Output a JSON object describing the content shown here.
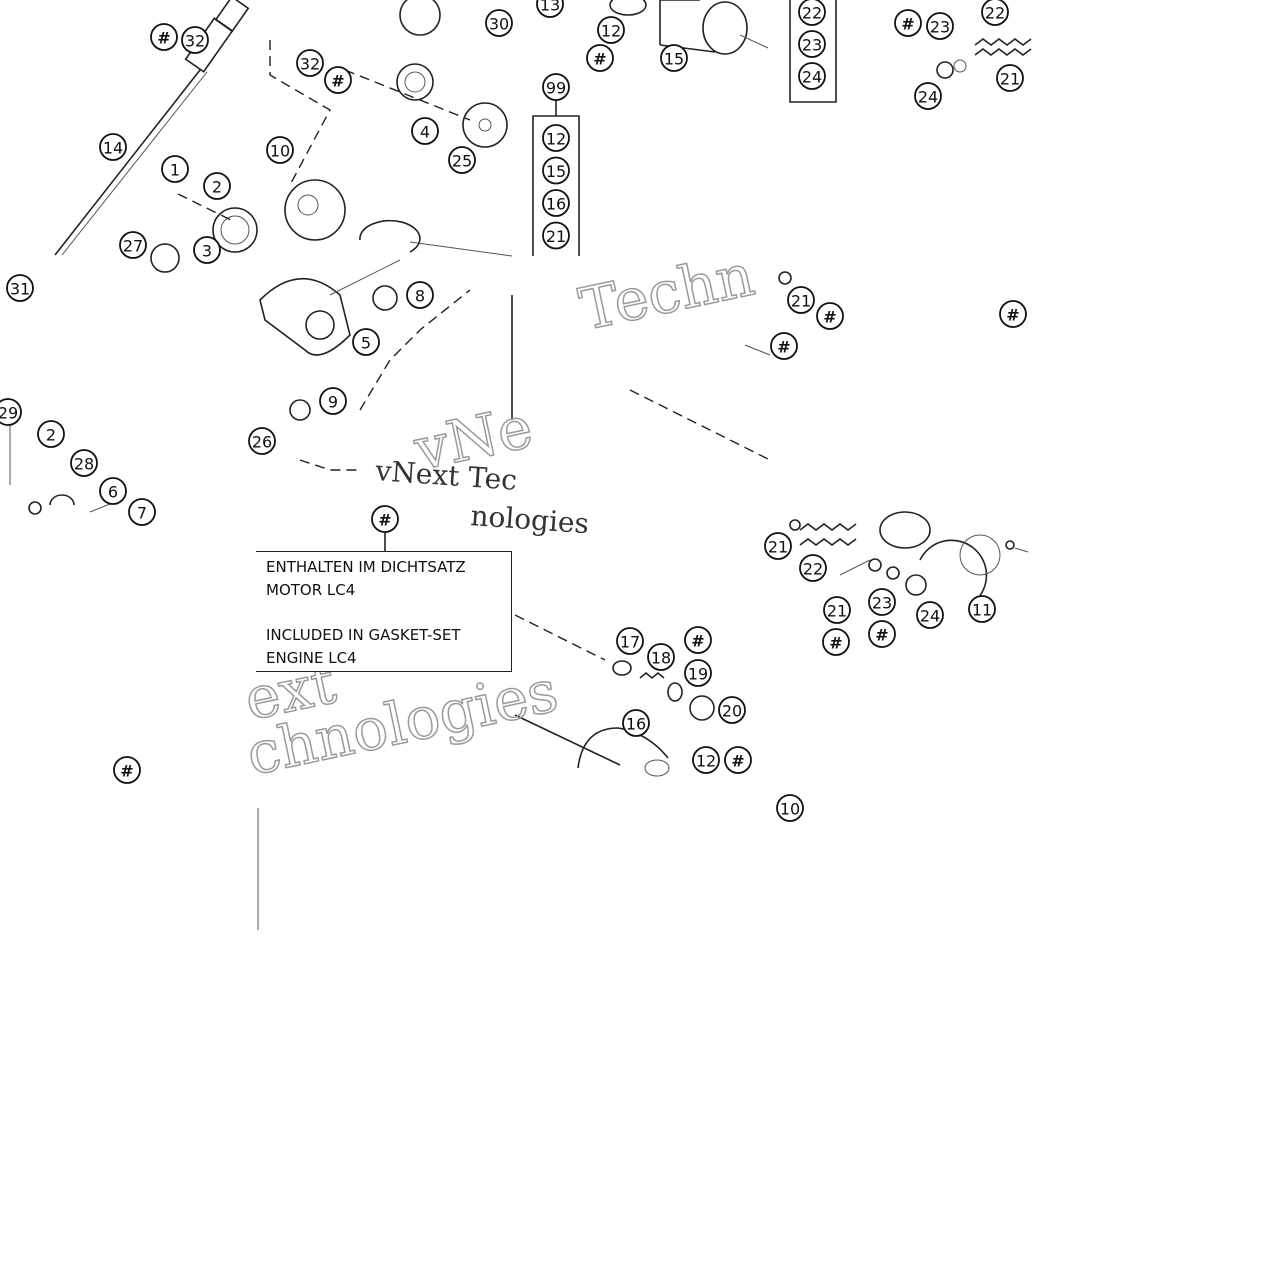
{
  "legend": {
    "marker": "#",
    "line_de_1": "ENTHALTEN IM DICHTSATZ",
    "line_de_2": "MOTOR LC4",
    "line_en_1": "INCLUDED IN GASKET-SET",
    "line_en_2": "ENGINE LC4"
  },
  "kit_list": {
    "label": "99",
    "items": [
      "12",
      "15",
      "16",
      "21"
    ]
  },
  "kit_list_top": {
    "items": [
      "22",
      "23",
      "24"
    ]
  },
  "watermark": {
    "text_1": "vNext Tec",
    "text_2": "Techn",
    "text_3": "nologies",
    "text_4": "ext",
    "text_5": "chnologies",
    "text_6": "vNe"
  },
  "callouts": [
    "#",
    "32",
    "30",
    "13",
    "12",
    "#",
    "15",
    "#",
    "23",
    "22",
    "21",
    "24",
    "14",
    "32",
    "#",
    "4",
    "25",
    "1",
    "2",
    "10",
    "27",
    "3",
    "31",
    "8",
    "5",
    "9",
    "26",
    "29",
    "2",
    "28",
    "6",
    "7",
    "21",
    "#",
    "#",
    "#",
    "21",
    "22",
    "21",
    "23",
    "24",
    "11",
    "#",
    "#",
    "17",
    "18",
    "#",
    "19",
    "20",
    "16",
    "12",
    "#",
    "#",
    "#",
    "10"
  ]
}
